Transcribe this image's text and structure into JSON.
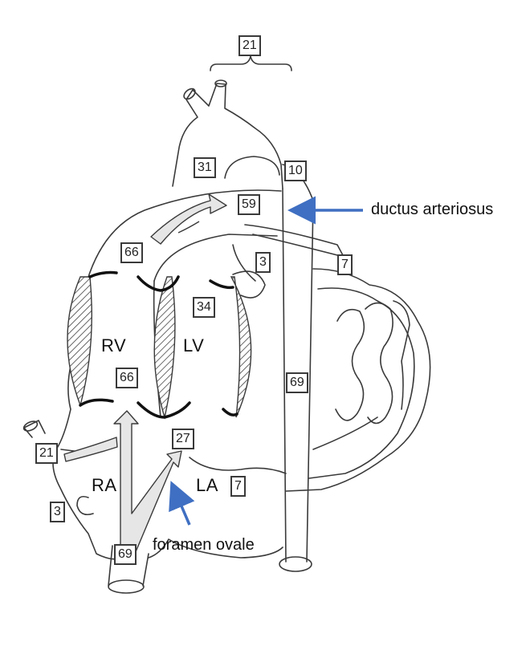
{
  "chambers": {
    "rv": "RV",
    "lv": "LV",
    "ra": "RA",
    "la": "LA"
  },
  "values": {
    "neck_vessels": "21",
    "aortic_arch": "31",
    "descending_aorta_top": "10",
    "pulmonary_trunk": "59",
    "right_ventricle_outflow": "66",
    "pulmonary_artery_branch": "3",
    "pulmonary_vein": "7",
    "left_ventricle": "34",
    "right_ventricle": "66",
    "descending_aorta": "69",
    "left_atrium_inflow": "27",
    "superior_vena_cava": "21",
    "left_atrium": "7",
    "coronary_sinus": "3",
    "inferior_vena_cava": "69"
  },
  "annotations": {
    "ductus": "ductus arteriosus",
    "foramen": "foramen ovale"
  },
  "colors": {
    "line": "#3a3a3a",
    "arrow_blue": "#3f6fc2",
    "hatch": "#444444",
    "flow_fill": "#e6e6e6"
  }
}
